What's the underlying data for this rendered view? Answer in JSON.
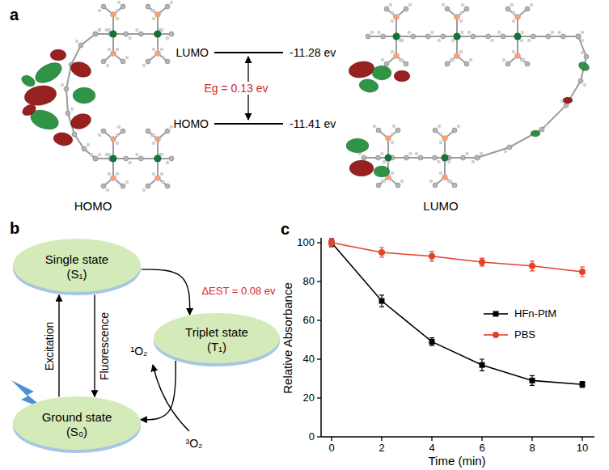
{
  "diagram": {
    "nodes": [
      {
        "text": [
          "Single state (S₁)"
        ]
      },
      {
        "text": [
          "Triplet state (T₁)"
        ]
      },
      {
        "text": [
          "Ground state (S₀)"
        ]
      }
    ],
    "edges": [
      {
        "from": 2,
        "to": 0,
        "arrow": "to",
        "label": "Excitation"
      },
      {
        "from": 0,
        "to": 2,
        "arrow": "to",
        "label": "Fluorescence"
      },
      {
        "from": 0,
        "to": 1,
        "arrow": "to",
        "label": "ΔEST = 0.08 ev"
      },
      {
        "from": 1,
        "to": 2,
        "arrow": "to"
      }
    ],
    "labels": [
      "a",
      "HOMO",
      "LUMO",
      "-11.28 ev",
      "Eg = 0.13 ev",
      "HOMO",
      "-11.41 ev",
      "LUMO",
      "b",
      "¹O₂",
      "³O₂",
      "c",
      "0",
      "20",
      "40",
      "60",
      "80",
      "100",
      "0",
      "2",
      "4",
      "6",
      "8",
      "10",
      "Relative Absorbance",
      "Time (min)"
    ],
    "legend": [
      {
        "text": "HFn-PtM"
      },
      {
        "text": "PBS"
      }
    ]
  }
}
